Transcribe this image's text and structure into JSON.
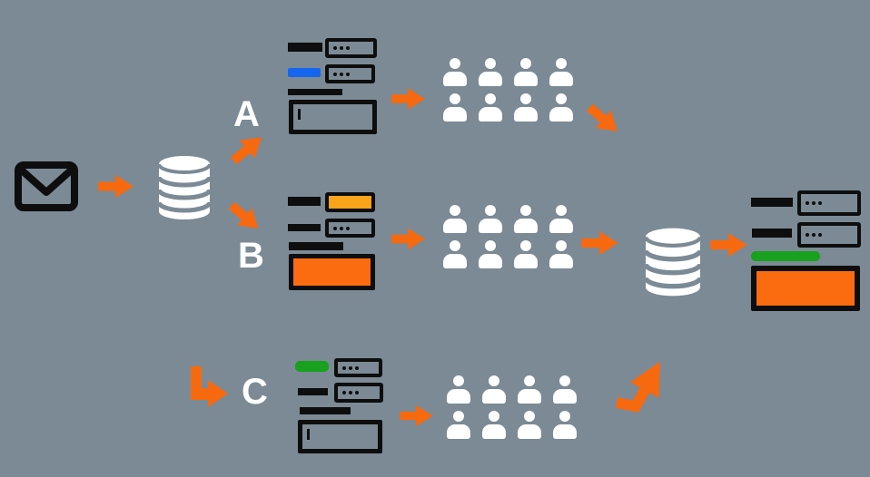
{
  "labels": {
    "a": "A",
    "b": "B",
    "c": "C"
  },
  "colors": {
    "bg": "#7b8a95",
    "black": "#0e0e0e",
    "white": "#ffffff",
    "orange": "#f6690f",
    "orange_box": "#fb6c10",
    "amber": "#f9a41b",
    "blue": "#1566ef",
    "green": "#17a11f"
  },
  "diagram": {
    "type": "flow",
    "users_per_group": 8,
    "branches": [
      {
        "label": "A",
        "accent_bar": "blue"
      },
      {
        "label": "B",
        "accent_bar": "amber-and-orange"
      },
      {
        "label": "C",
        "accent_bar": "green"
      }
    ]
  }
}
